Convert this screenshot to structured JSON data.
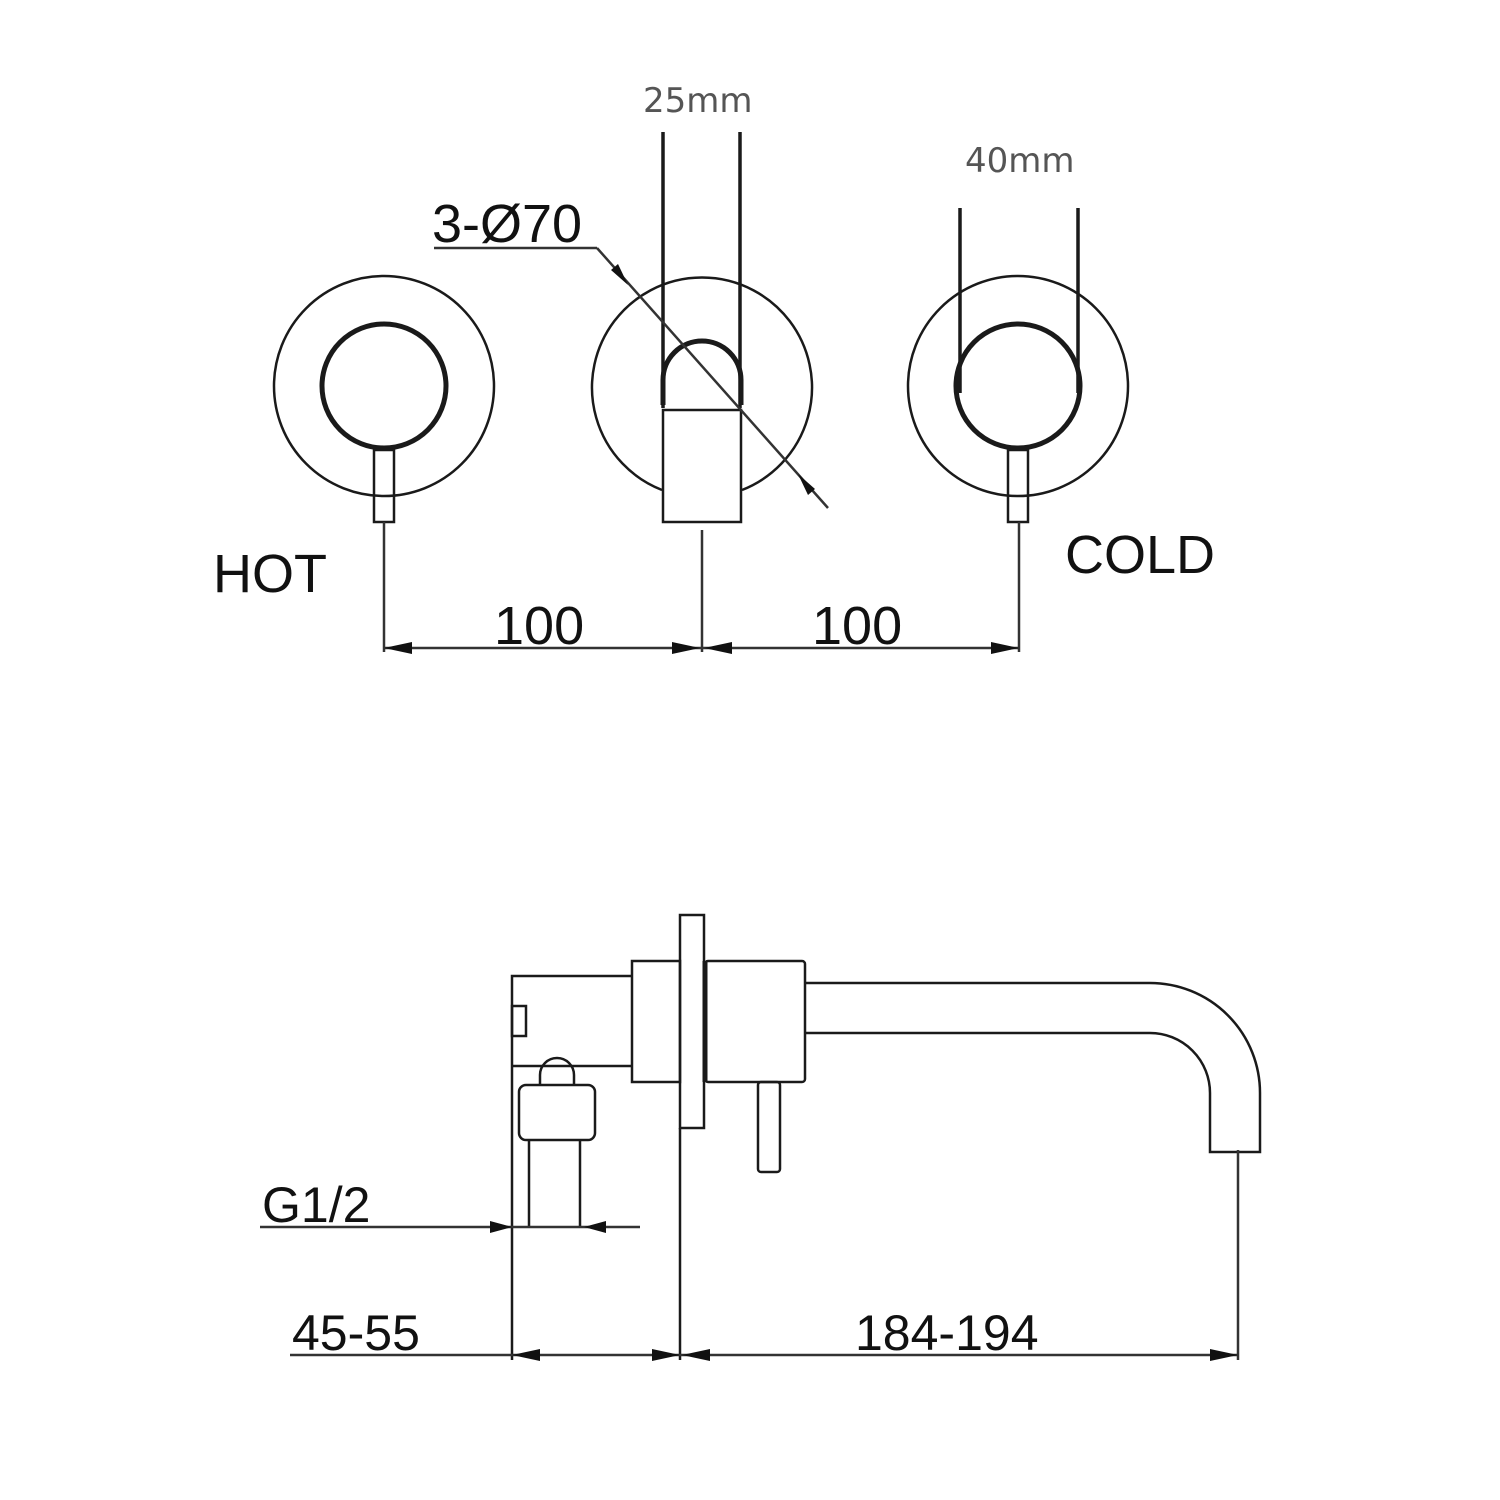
{
  "title": "Wall-mounted basin mixer dimension drawing",
  "front_view": {
    "labels": {
      "hot": "HOT",
      "cold": "COLD",
      "diameter": "3-Ø70",
      "spout_width": "25mm",
      "handle_width": "40mm"
    },
    "dimensions": {
      "left_spacing": "100",
      "right_spacing": "100"
    }
  },
  "side_view": {
    "labels": {
      "thread": "G1/2",
      "wall_depth": "45-55",
      "spout_reach": "184-194"
    }
  },
  "colors": {
    "line": "#1a1a1a",
    "dim_text_gray": "#555555",
    "background": "#ffffff"
  }
}
